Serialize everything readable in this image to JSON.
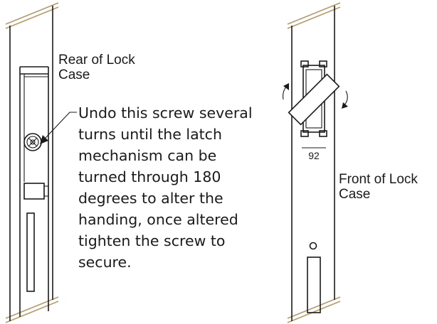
{
  "labels": {
    "rear_line1": "Rear of Lock",
    "rear_line2": "Case",
    "front_line1": "Front of Lock",
    "front_line2": "Case",
    "dimension": "92"
  },
  "instruction": {
    "lines": [
      "Undo this screw several",
      "turns until the latch",
      "mechanism can be",
      "turned through 180",
      "degrees to alter the",
      "handing, once altered",
      "tighten the screw to",
      "secure."
    ]
  },
  "colors": {
    "line": "#1a1a1a",
    "hatch": "#b89968"
  }
}
